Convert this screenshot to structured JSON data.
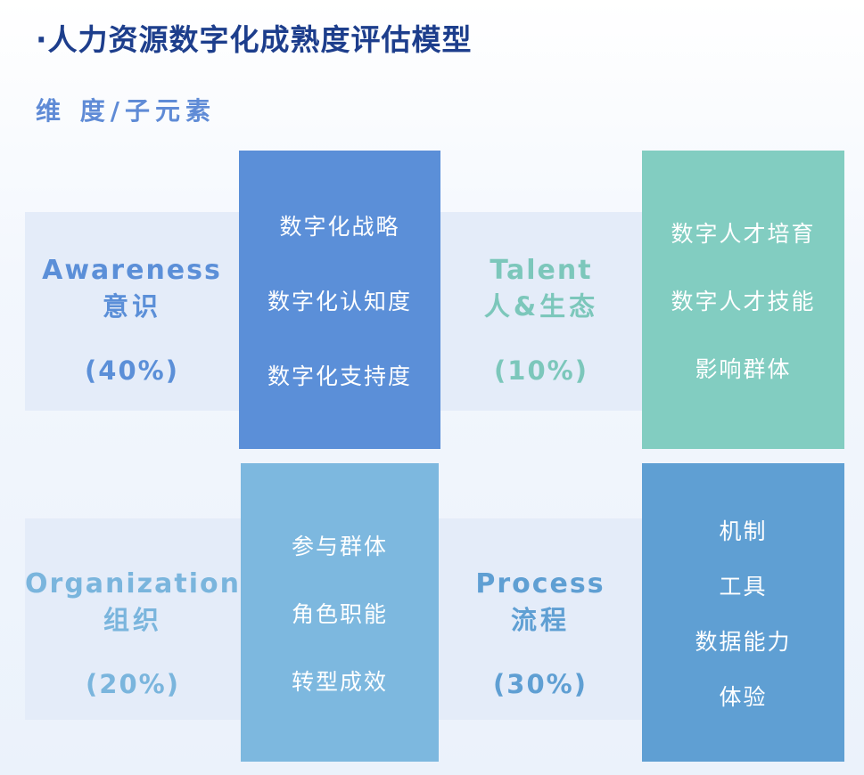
{
  "title": "·人力资源数字化成熟度评估模型",
  "subtitle": "维 度/子元素",
  "dimensions": [
    {
      "en": "Awareness",
      "zh": "意识",
      "pct": "(40%)",
      "elements": [
        "数字化战略",
        "数字化认知度",
        "数字化支持度"
      ]
    },
    {
      "en": "Talent",
      "zh": "人&生态",
      "pct": "(10%)",
      "elements": [
        "数字人才培育",
        "数字人才技能",
        "影响群体"
      ]
    },
    {
      "en": "Organization",
      "zh": "组织",
      "pct": "(20%)",
      "elements": [
        "参与群体",
        "角色职能",
        "转型成效"
      ]
    },
    {
      "en": "Process",
      "zh": "流程",
      "pct": "(30%)",
      "elements": [
        "机制",
        "工具",
        "数据能力",
        "体验"
      ]
    }
  ],
  "colors": {
    "title": "#1d3e8c",
    "subtitle": "#5f8bd6",
    "band": "#e4ecf9",
    "awareness_text": "#5b8fd8",
    "awareness_box": "#5b8fd8",
    "talent_text": "#7cc7bb",
    "talent_box": "#82cdc1",
    "organization_text": "#7ab5dd",
    "organization_box": "#7db8df",
    "process_text": "#5f9fd3",
    "process_box": "#5f9fd3"
  }
}
